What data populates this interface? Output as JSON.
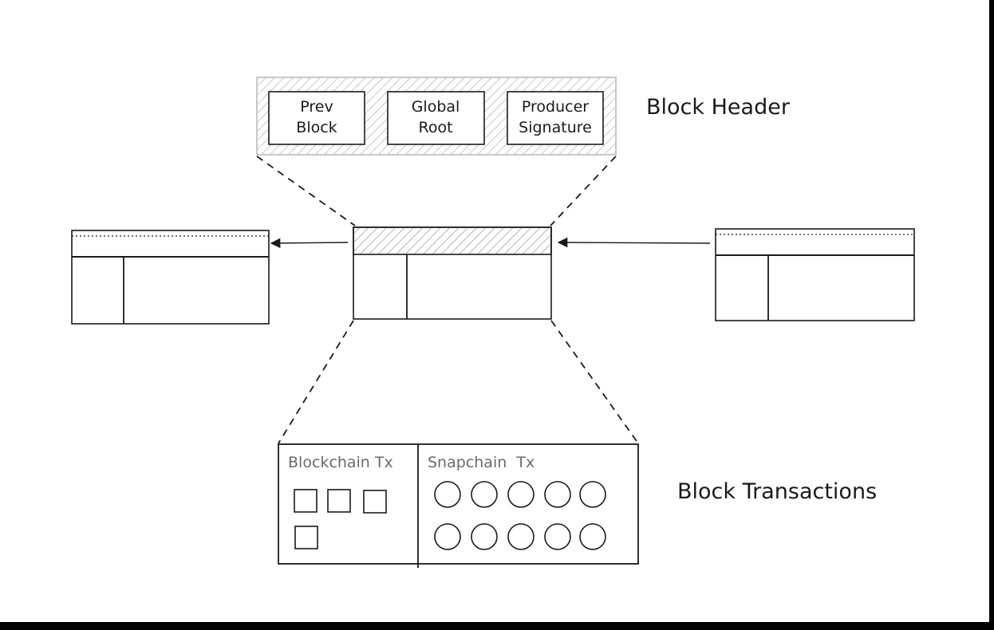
{
  "header": {
    "title": "Block Header",
    "fields": [
      {
        "line1": "Prev",
        "line2": "Block"
      },
      {
        "line1": "Global",
        "line2": "Root"
      },
      {
        "line1": "Producer",
        "line2": "Signature"
      }
    ]
  },
  "transactions": {
    "title": "Block Transactions",
    "left_column": {
      "label": "Blockchain Tx",
      "item_count": 4,
      "item_shape": "square"
    },
    "right_column": {
      "label": "Snapchain  Tx",
      "item_count": 10,
      "item_shape": "circle"
    }
  },
  "chain": {
    "block_count": 3
  },
  "colors": {
    "ink": "#1a1a1a",
    "hatch": "#c8c8c8",
    "muted": "#6b6b6b",
    "background": "#ffffff",
    "frame": "#000000"
  }
}
